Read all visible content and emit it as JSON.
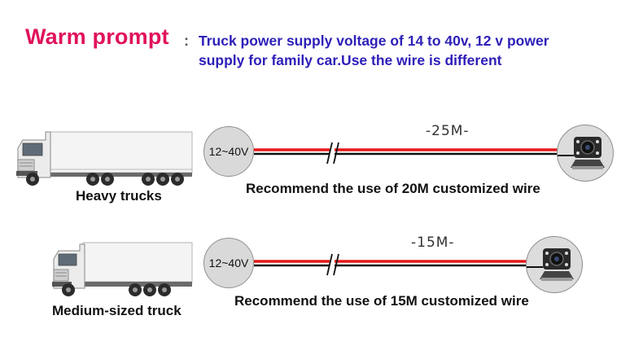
{
  "header": {
    "title": "Warm prompt",
    "colon": ":",
    "line1": "Truck power supply voltage of 14 to 40v, 12 v power",
    "line2": "supply for family car.Use the wire is different"
  },
  "rows": [
    {
      "truck_label": "Heavy trucks",
      "voltage": "12~40V",
      "length": "-25M-",
      "recommend": "Recommend the use of 20M customized wire"
    },
    {
      "truck_label": "Medium-sized truck",
      "voltage": "12~40V",
      "length": "-15M-",
      "recommend": "Recommend the use of 15M customized wire"
    }
  ],
  "colors": {
    "title": "#e0125c",
    "prompt_text": "#2d1fb8",
    "wire_red": "#e41818",
    "wire_black": "#111111"
  }
}
